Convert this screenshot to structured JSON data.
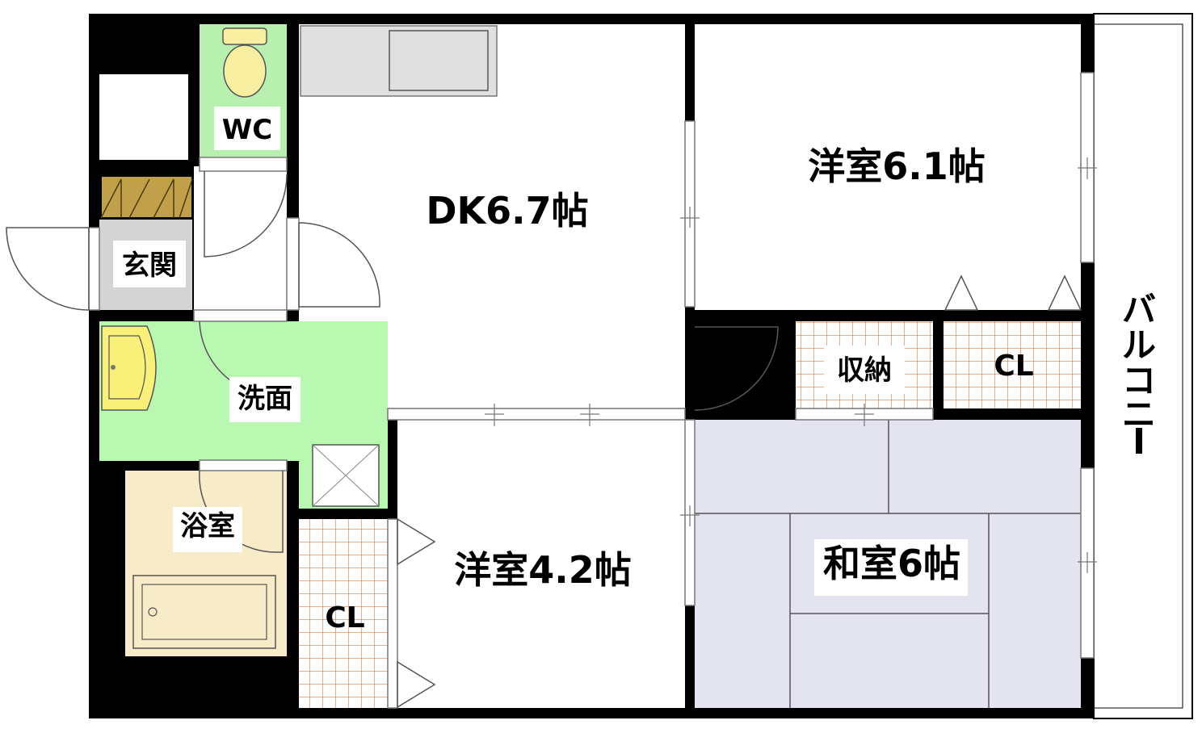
{
  "rooms": {
    "wc": "WC",
    "genkan": "玄関",
    "dk": "DK6.7帖",
    "western1": "洋室6.1帖",
    "storage": "収納",
    "closet_upper": "CL",
    "washroom": "洗面",
    "bath": "浴室",
    "western2": "洋室4.2帖",
    "closet_lower": "CL",
    "japanese": "和室6帖",
    "balcony": [
      "バ",
      "ル",
      "コ",
      "ニ",
      "ー"
    ]
  },
  "colors": {
    "wall": "#000000",
    "wc_floor": "#b8f0b0",
    "wash_floor": "#b8f8b0",
    "bath_floor": "#f8ecc8",
    "tatami": "#e4e4f0",
    "genkan_floor": "#d4d4d4",
    "shoe_box": "#c0a048",
    "basin": "#f8f078",
    "closet_grid": "#c06030",
    "kitchen": "#e0e0e0"
  }
}
